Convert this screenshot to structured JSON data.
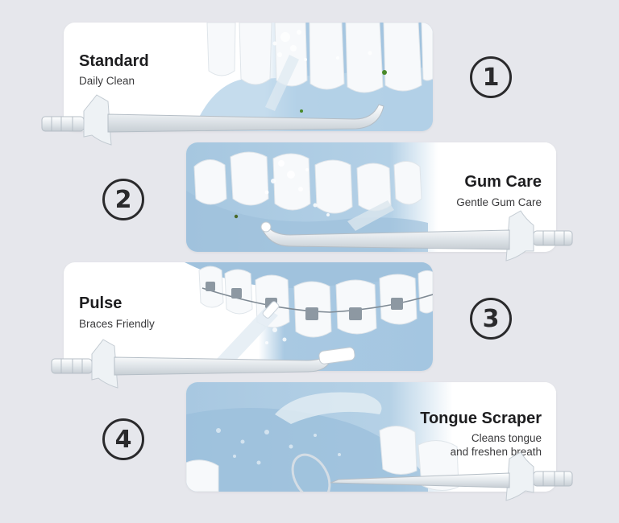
{
  "modes": [
    {
      "number": "1",
      "title": "Standard",
      "subtitle": "Daily Clean"
    },
    {
      "number": "2",
      "title": "Gum Care",
      "subtitle": "Gentle Gum Care"
    },
    {
      "number": "3",
      "title": "Pulse",
      "subtitle": "Braces Friendly"
    },
    {
      "number": "4",
      "title": "Tongue Scraper",
      "subtitle_line1": "Cleans tongue",
      "subtitle_line2": "and freshen breath"
    }
  ],
  "colors": {
    "background": "#e6e7ec",
    "card": "#ffffff",
    "gum": "#a9c9e2",
    "tooth": "#f7f9fb",
    "text": "#1d1d1f"
  }
}
